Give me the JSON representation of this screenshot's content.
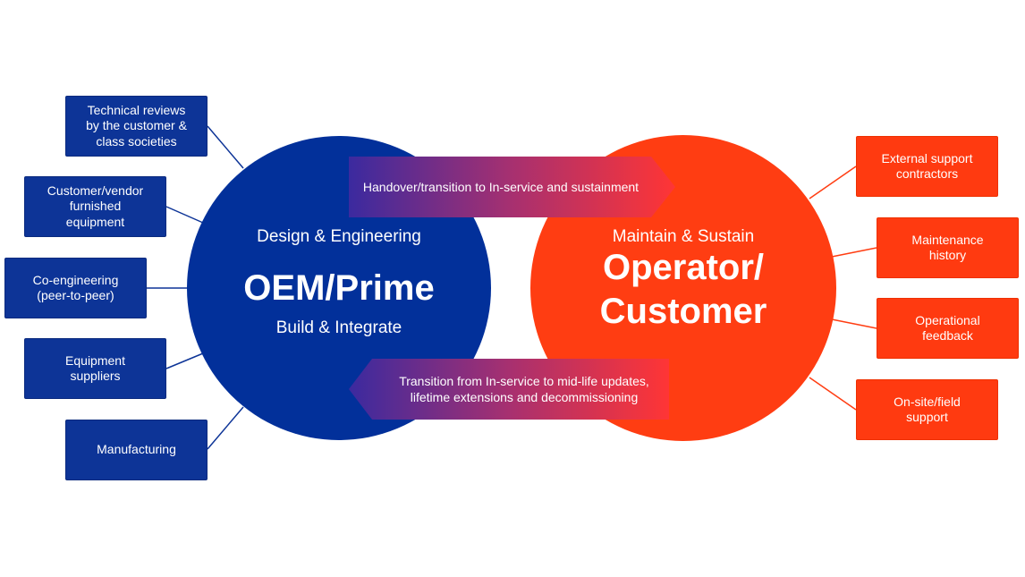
{
  "oem_circle": {
    "top_text": "Design & Engineering",
    "title": "OEM/Prime",
    "bottom_text": "Build & Integrate",
    "color": "#02309a"
  },
  "operator_circle": {
    "top_text": "Maintain & Sustain",
    "title_line1": "Operator/",
    "title_line2": "Customer",
    "color": "#ff3d12"
  },
  "arrows": {
    "handover": "Handover/transition to In-service and sustainment",
    "transition": "Transition from In-service to mid-life updates,\nlifetime extensions and decommissioning",
    "gradient_start": "#3a2aa0",
    "gradient_end": "#ff3030"
  },
  "left_boxes": [
    {
      "label": "Technical reviews\nby the customer &\nclass societies"
    },
    {
      "label": "Customer/vendor\nfurnished\nequipment"
    },
    {
      "label": "Co-engineering\n(peer-to-peer)"
    },
    {
      "label": "Equipment\nsuppliers"
    },
    {
      "label": "Manufacturing"
    }
  ],
  "right_boxes": [
    {
      "label": "External support\ncontractors"
    },
    {
      "label": "Maintenance\nhistory"
    },
    {
      "label": "Operational\nfeedback"
    },
    {
      "label": "On-site/field\nsupport"
    }
  ]
}
